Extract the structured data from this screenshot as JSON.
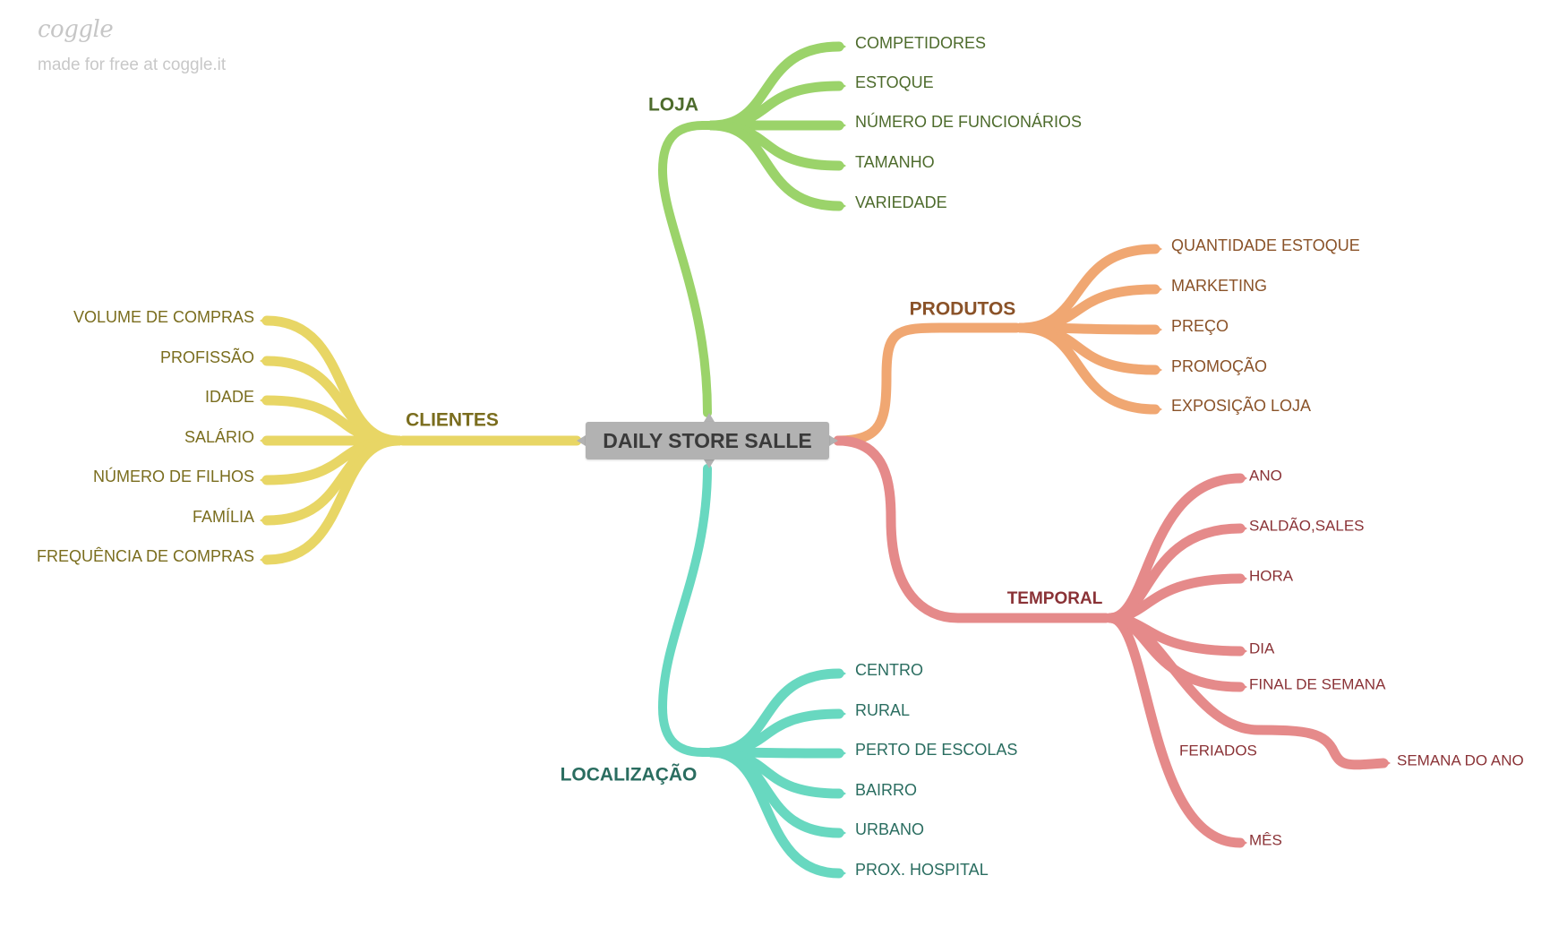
{
  "watermark": {
    "logo": "coggle",
    "text": "made for free at coggle.it"
  },
  "root": {
    "label": "DAILY STORE SALLE"
  },
  "colors": {
    "loja": "#9bd36a",
    "produtos": "#f0a772",
    "temporal": "#e58a8a",
    "localizacao": "#68d8c0",
    "clientes": "#e8d665",
    "loja_text": "#4d6b2c",
    "produtos_text": "#8a5228",
    "temporal_text": "#8a3236",
    "localizacao_text": "#2a6d60",
    "clientes_text": "#7a6d1e"
  },
  "branches": {
    "loja": {
      "label": "LOJA",
      "children": [
        "COMPETIDORES",
        "ESTOQUE",
        "NÚMERO DE FUNCIONÁRIOS",
        "TAMANHO",
        "VARIEDADE"
      ]
    },
    "produtos": {
      "label": "PRODUTOS",
      "children": [
        "QUANTIDADE ESTOQUE",
        "MARKETING",
        "PREÇO",
        "PROMOÇÃO",
        "EXPOSIÇÃO LOJA"
      ]
    },
    "temporal": {
      "label": "TEMPORAL",
      "children": [
        "ANO",
        "SALDÃO,SALES",
        "HORA",
        "DIA",
        "FINAL DE SEMANA",
        "FERIADOS",
        "MÊS"
      ],
      "grandchild": "SEMANA DO ANO"
    },
    "localizacao": {
      "label": "LOCALIZAÇÃO",
      "children": [
        "CENTRO",
        "RURAL",
        "PERTO DE ESCOLAS",
        "BAIRRO",
        "URBANO",
        "PROX. HOSPITAL"
      ]
    },
    "clientes": {
      "label": "CLIENTES",
      "children": [
        "VOLUME DE COMPRAS",
        "PROFISSÃO",
        "IDADE",
        "SALÁRIO",
        "NÚMERO DE FILHOS",
        "FAMÍLIA",
        "FREQUÊNCIA DE COMPRAS"
      ]
    }
  }
}
